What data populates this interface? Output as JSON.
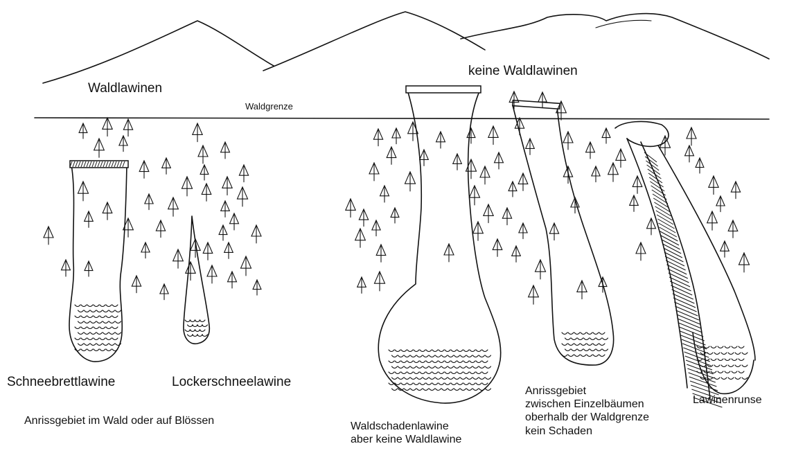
{
  "title": "keine Waldlawinen",
  "labels": {
    "waldlawinen": "Waldlawinen",
    "waldgrenze": "Waldgrenze",
    "keine_waldlawinen": "keine Waldlawinen",
    "schneebrettlawine": "Schneebrettlawine",
    "lockerschneelawine": "Lockerschneelawine",
    "anrissgebiet_wald": "Anrissgebiet im Wald oder auf Blössen",
    "waldschaden_line1": "Waldschadenlawine",
    "waldschaden_line2": "aber keine Waldlawine",
    "einzelbaeume_line1": "Anrissgebiet",
    "einzelbaeume_line2": "zwischen Einzelbäumen",
    "einzelbaeume_line3": "oberhalb der Waldgrenze",
    "einzelbaeume_line4": "kein Schaden",
    "lawinenrunse": "Lawinenrunse"
  },
  "icons": [
    "tree-icon",
    "fracture-line-icon",
    "debris-icon",
    "mountain-silhouette-icon"
  ],
  "colors": {
    "ink": "#111111",
    "paper": "#ffffff"
  }
}
